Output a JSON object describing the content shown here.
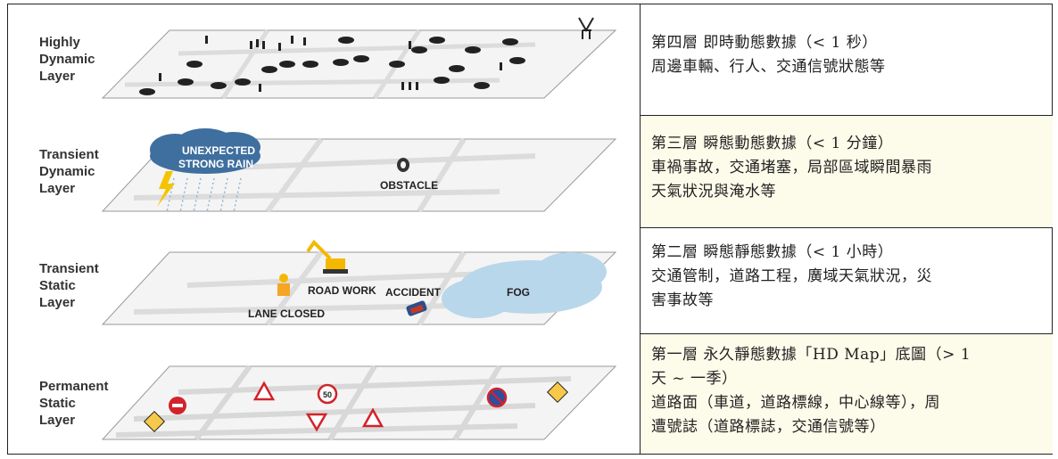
{
  "layers": [
    {
      "label_lines": [
        "Highly",
        "Dynamic",
        "Layer"
      ]
    },
    {
      "label_lines": [
        "Transient",
        "Dynamic",
        "Layer"
      ],
      "tags": {
        "rain_line1": "UNEXPECTED",
        "rain_line2": "STRONG RAIN",
        "obstacle": "OBSTACLE"
      }
    },
    {
      "label_lines": [
        "Transient",
        "Static",
        "Layer"
      ],
      "tags": {
        "road_work": "ROAD WORK",
        "accident": "ACCIDENT",
        "fog": "FOG",
        "lane_closed": "LANE CLOSED"
      }
    },
    {
      "label_lines": [
        "Permanent",
        "Static",
        "Layer"
      ],
      "tags": {
        "speed_limit": "50"
      }
    }
  ],
  "descriptions": [
    {
      "lines": [
        "第四層 即時動態數據（< 1 秒）",
        "周邊車輛、行人、交通信號狀態等"
      ]
    },
    {
      "lines": [
        "第三層 瞬態動態數據（< 1 分鐘）",
        "車禍事故，交通堵塞，局部區域瞬間暴雨",
        "天氣狀況與淹水等"
      ]
    },
    {
      "lines": [
        "第二層 瞬態靜態數據（< 1 小時）",
        "交通管制，道路工程，廣域天氣狀況，災",
        "害事故等"
      ]
    },
    {
      "lines": [
        "第一層 永久靜態數據「HD Map」底圖（> 1",
        "天 ~ 一季）",
        "道路面（車道，道路標線，中心線等），周",
        "遭號誌（道路標誌，交通信號等）"
      ]
    }
  ],
  "colors": {
    "plane_fill": "#f4f4f4",
    "plane_stroke": "#999999",
    "road": "#d8d8d8",
    "cloud": "#3f6f9f",
    "fog": "#b9d7ea",
    "bolt": "#f5c400",
    "sign_red": "#d2232a",
    "sign_yellow": "#f7c948",
    "tint": "#fdfbea"
  }
}
